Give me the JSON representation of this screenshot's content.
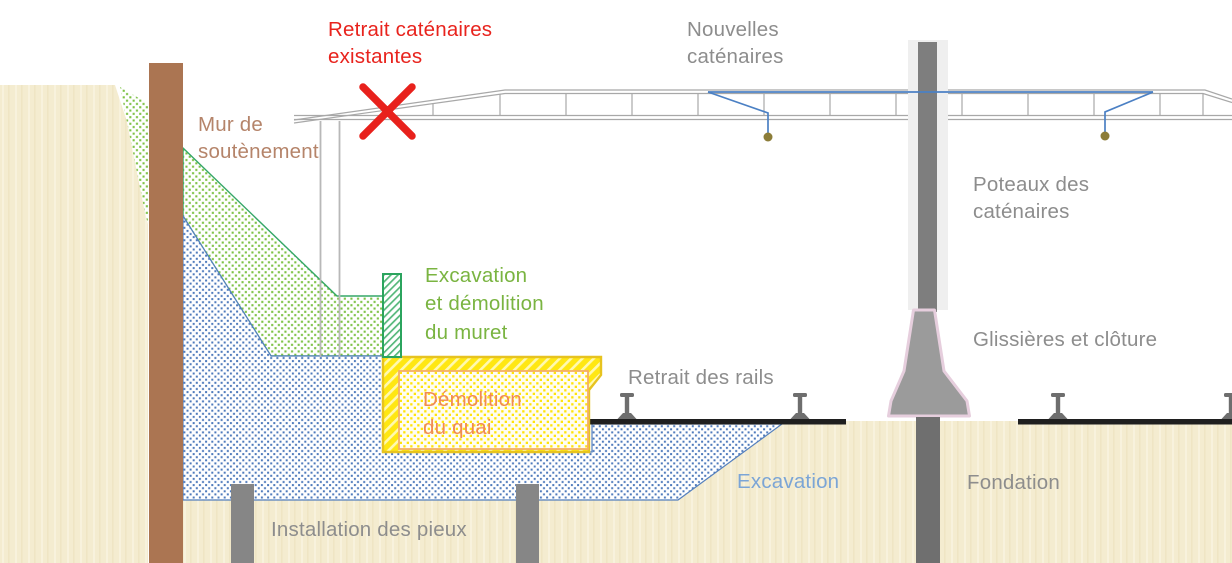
{
  "diagram": {
    "description_labels": {
      "retrait_catenaires": {
        "text": "Retrait caténaires\nexistantes",
        "color": "#e8231d"
      },
      "nouvelles_catenaires": {
        "text": "Nouvelles\ncaténaires",
        "color": "#8d8d8d"
      },
      "mur_soutenement": {
        "text": "Mur de\nsoutènement",
        "color": "#b5846a"
      },
      "excavation_muret": {
        "text": "Excavation\net démolition\ndu muret",
        "color": "#7ab441"
      },
      "demolition_quai": {
        "text": "Démolition\ndu quai",
        "color": "#f08a54"
      },
      "retrait_rails": {
        "text": "Retrait des rails",
        "color": "#8d8d8d"
      },
      "poteaux_catenaires": {
        "text": "Poteaux des\ncaténaires",
        "color": "#8d8d8d"
      },
      "glissieres_cloture": {
        "text": "Glissières et clôture",
        "color": "#8d8d8d"
      },
      "excavation": {
        "text": "Excavation",
        "color": "#7ba5d6"
      },
      "fondation": {
        "text": "Fondation",
        "color": "#8d8d8d"
      },
      "installation_pieux": {
        "text": "Installation des pieux",
        "color": "#8d8d8d"
      }
    },
    "colors": {
      "background": "#ffffff",
      "ground_beige": "#f4ecd0",
      "retaining_wall_brown": "#ab7552",
      "excavation_green_dots": "#7cc143",
      "excavation_blue_dots": "#4d79bb",
      "quai_yellow": "#ffe712",
      "quai_border": "#e7c31f",
      "muret_hatch_green": "#54b779",
      "pile_gray": "#868686",
      "pole_gray": "#808080",
      "pole_base_outline_pink": "#e6cedd",
      "track_black": "#1f1f1f",
      "truss_gray": "#a8a8a8",
      "wire_blue": "#4b80c4",
      "wire_dot_olive": "#8c7d39",
      "removal_x_red": "#e8211c"
    }
  }
}
